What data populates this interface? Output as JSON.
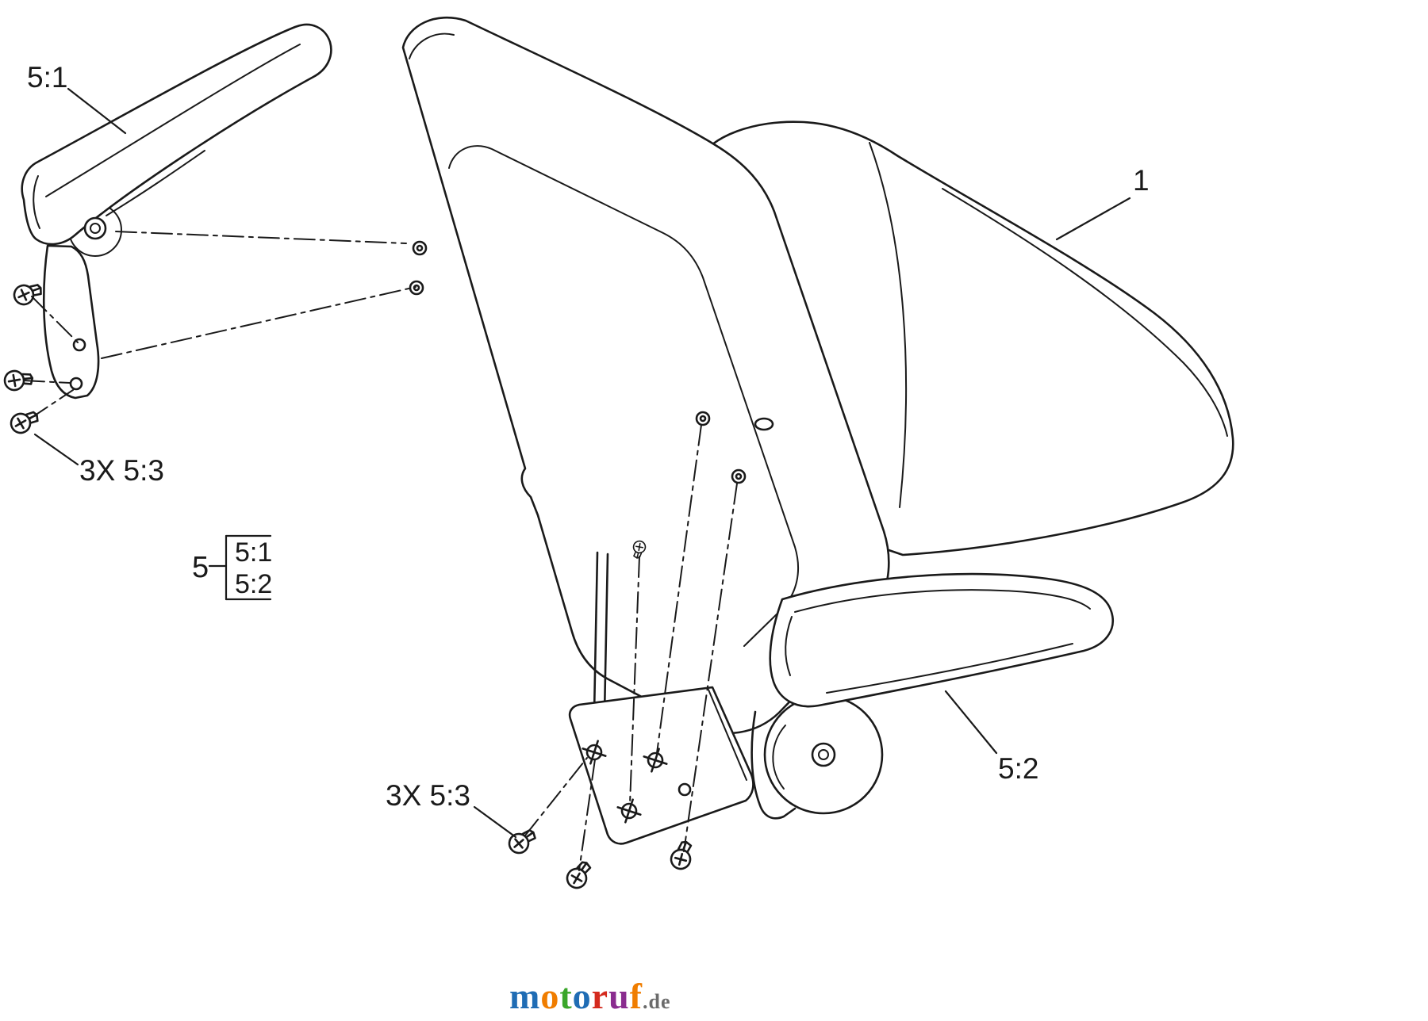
{
  "colors": {
    "line": "#1a1a1a"
  },
  "callouts": {
    "seat": "1",
    "armrest_top_left": "5:1",
    "armrest_bottom_right": "5:2",
    "screws_top_left": "3X 5:3",
    "screws_bottom": "3X 5:3",
    "assembly_group": {
      "number": "5",
      "items": [
        "5:1",
        "5:2"
      ]
    }
  },
  "logo": {
    "suffix": ".de",
    "suffix_color": "#6b6b6b",
    "letters": [
      {
        "char": "m",
        "color": "#1f6cb4"
      },
      {
        "char": "o",
        "color": "#f07d00"
      },
      {
        "char": "t",
        "color": "#3aa62a"
      },
      {
        "char": "o",
        "color": "#1f6cb4"
      },
      {
        "char": "r",
        "color": "#d42a1e"
      },
      {
        "char": "u",
        "color": "#8a2c8f"
      },
      {
        "char": "f",
        "color": "#f07d00"
      }
    ]
  }
}
